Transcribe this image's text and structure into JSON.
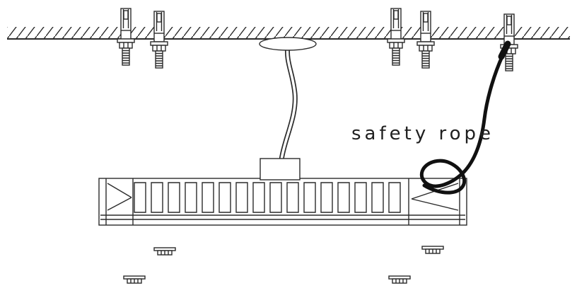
{
  "diagram": {
    "labels": {
      "safety_rope": "safety rope"
    },
    "colors": {
      "line": "#2b2b2b",
      "rope": "#111111",
      "bg": "#ffffff"
    },
    "parts": [
      "ceiling",
      "anchor-bolt",
      "suspension-canopy",
      "suspension-wire",
      "mounting-block",
      "light-fixture-heatsink",
      "safety-rope",
      "mounting-cap"
    ]
  }
}
